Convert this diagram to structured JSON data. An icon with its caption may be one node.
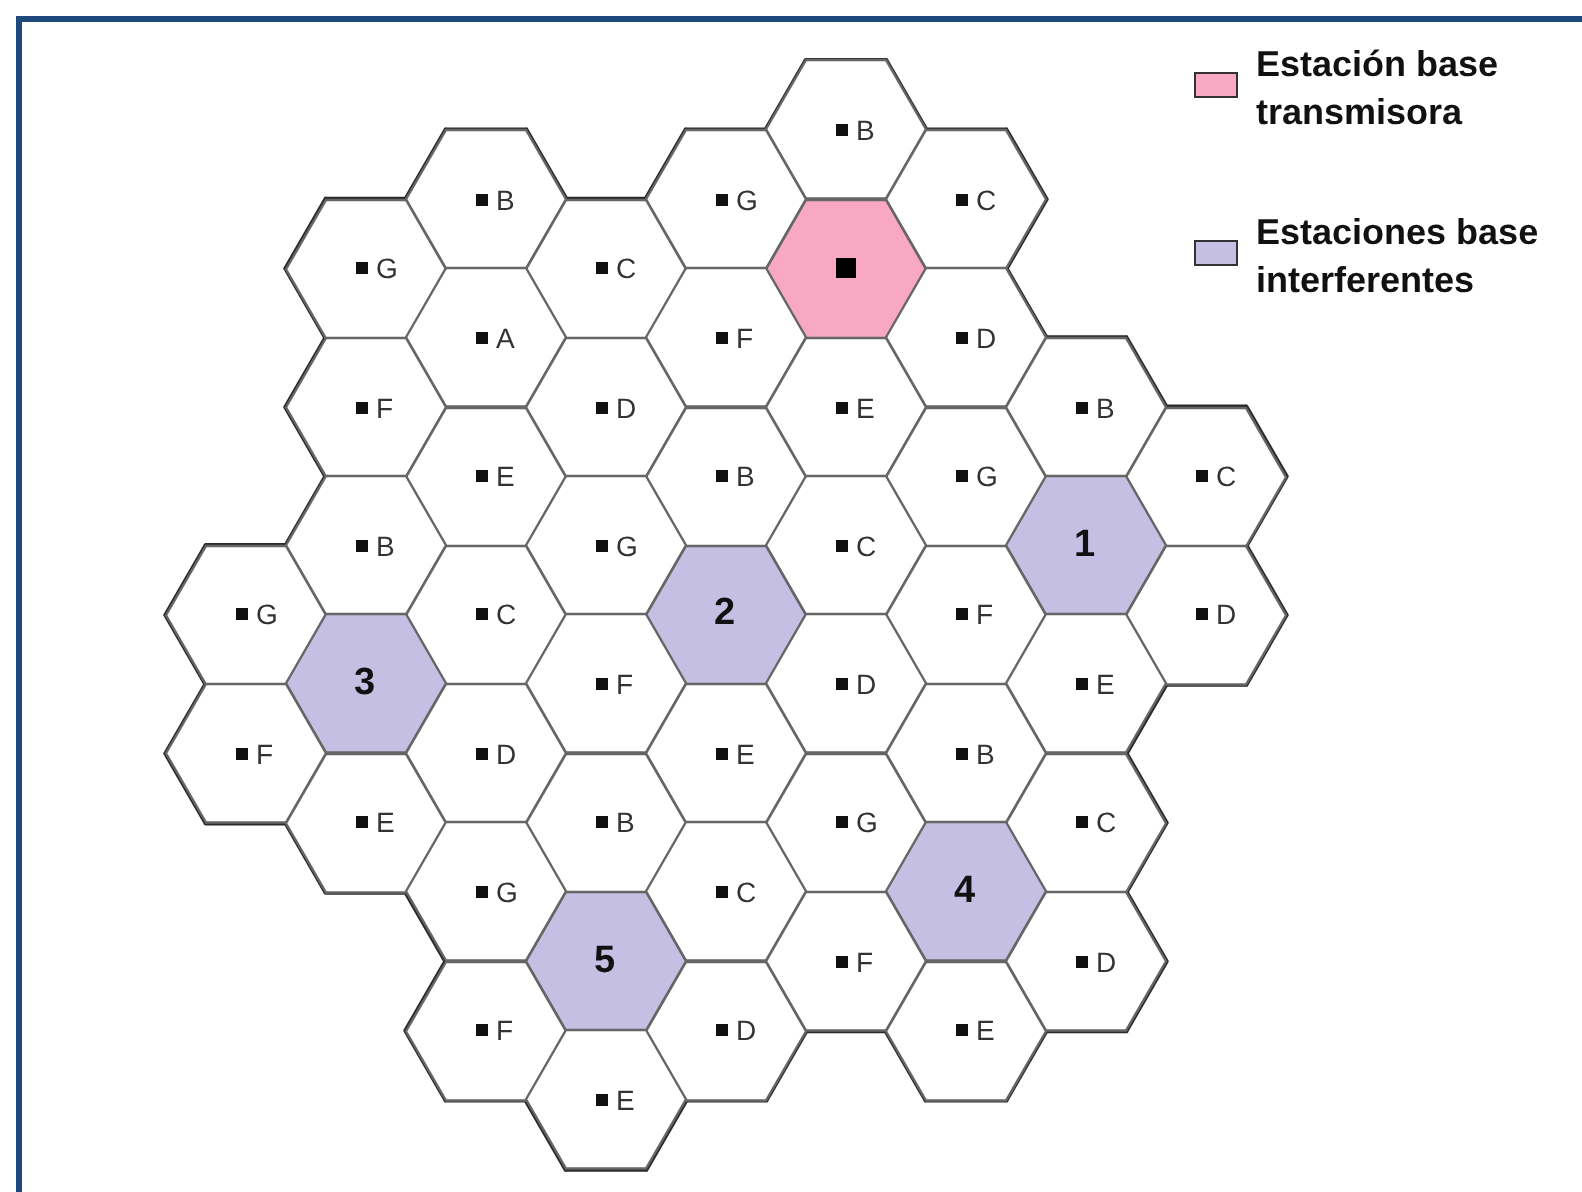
{
  "diagram": {
    "nodes": [
      {
        "text": [
          "B"
        ]
      },
      {
        "text": [
          "B"
        ]
      },
      {
        "text": [
          "G"
        ]
      },
      {
        "text": [
          "C"
        ]
      },
      {
        "text": [
          "G"
        ]
      },
      {
        "text": [
          "C"
        ]
      },
      {
        "text": [],
        "shape": "hexagon"
      },
      {
        "text": [
          "A"
        ]
      },
      {
        "text": [
          "F"
        ]
      },
      {
        "text": [
          "D"
        ]
      },
      {
        "text": [
          "F"
        ]
      },
      {
        "text": [
          "D"
        ]
      },
      {
        "text": [
          "E"
        ]
      },
      {
        "text": [
          "B"
        ]
      },
      {
        "text": [
          "E"
        ]
      },
      {
        "text": [
          "B"
        ]
      },
      {
        "text": [
          "G"
        ]
      },
      {
        "text": [
          "C"
        ]
      },
      {
        "text": [
          "B"
        ]
      },
      {
        "text": [
          "G"
        ]
      },
      {
        "text": [
          "C"
        ]
      },
      {
        "text": [
          "1"
        ]
      },
      {
        "text": [
          "G"
        ]
      },
      {
        "text": [
          "C"
        ]
      },
      {
        "text": [
          "2"
        ]
      },
      {
        "text": [
          "F"
        ]
      },
      {
        "text": [
          "D"
        ]
      },
      {
        "text": [
          "3"
        ]
      },
      {
        "text": [
          "F"
        ]
      },
      {
        "text": [
          "D"
        ]
      },
      {
        "text": [
          "E"
        ]
      },
      {
        "text": [
          "F"
        ]
      },
      {
        "text": [
          "D"
        ]
      },
      {
        "text": [
          "E"
        ]
      },
      {
        "text": [
          "B"
        ]
      },
      {
        "text": [
          "E"
        ]
      },
      {
        "text": [
          "B"
        ]
      },
      {
        "text": [
          "G"
        ]
      },
      {
        "text": [
          "C"
        ]
      },
      {
        "text": [
          "G"
        ]
      },
      {
        "text": [
          "C"
        ]
      },
      {
        "text": [
          "4"
        ]
      },
      {
        "text": [
          "5"
        ]
      },
      {
        "text": [
          "F"
        ]
      },
      {
        "text": [
          "D"
        ]
      },
      {
        "text": [
          "F"
        ]
      },
      {
        "text": [
          "D"
        ]
      },
      {
        "text": [
          "E"
        ]
      },
      {
        "text": [
          "E"
        ]
      }
    ],
    "edges": [],
    "legend": [
      {
        "text": "Estación base transmisora",
        "color": "#f9a8c4"
      },
      {
        "text": "Estaciones base interferentes",
        "color": "#c5bfe3"
      }
    ]
  }
}
